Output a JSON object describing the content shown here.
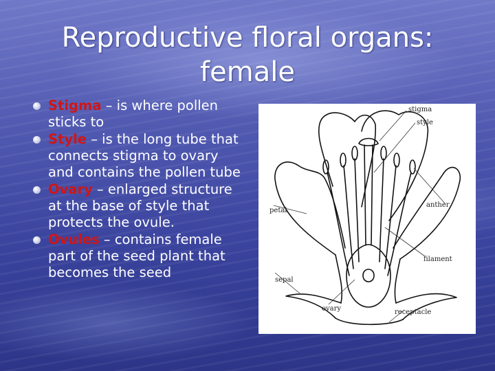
{
  "slide": {
    "title_line1": "Reproductive floral organs:",
    "title_line2": "female",
    "bullets": [
      {
        "term": "Stigma",
        "text": " – is where pollen sticks to"
      },
      {
        "term": "Style",
        "text": " – is the long tube that connects stigma to ovary and contains the pollen tube"
      },
      {
        "term": "Ovary",
        "text": " – enlarged structure at the base of style that protects the ovule."
      },
      {
        "term": "Ovules",
        "text": " – contains female part of the seed plant that becomes the seed"
      }
    ]
  },
  "diagram": {
    "labels": {
      "stigma": "stigma",
      "style": "style",
      "petal": "petal",
      "anther": "anther",
      "filament": "filament",
      "sepal": "sepal",
      "ovary": "ovary",
      "receptacle": "receptacle"
    }
  },
  "colors": {
    "term": "#cf1616",
    "text": "#ffffff",
    "background": "#4a53aa"
  }
}
